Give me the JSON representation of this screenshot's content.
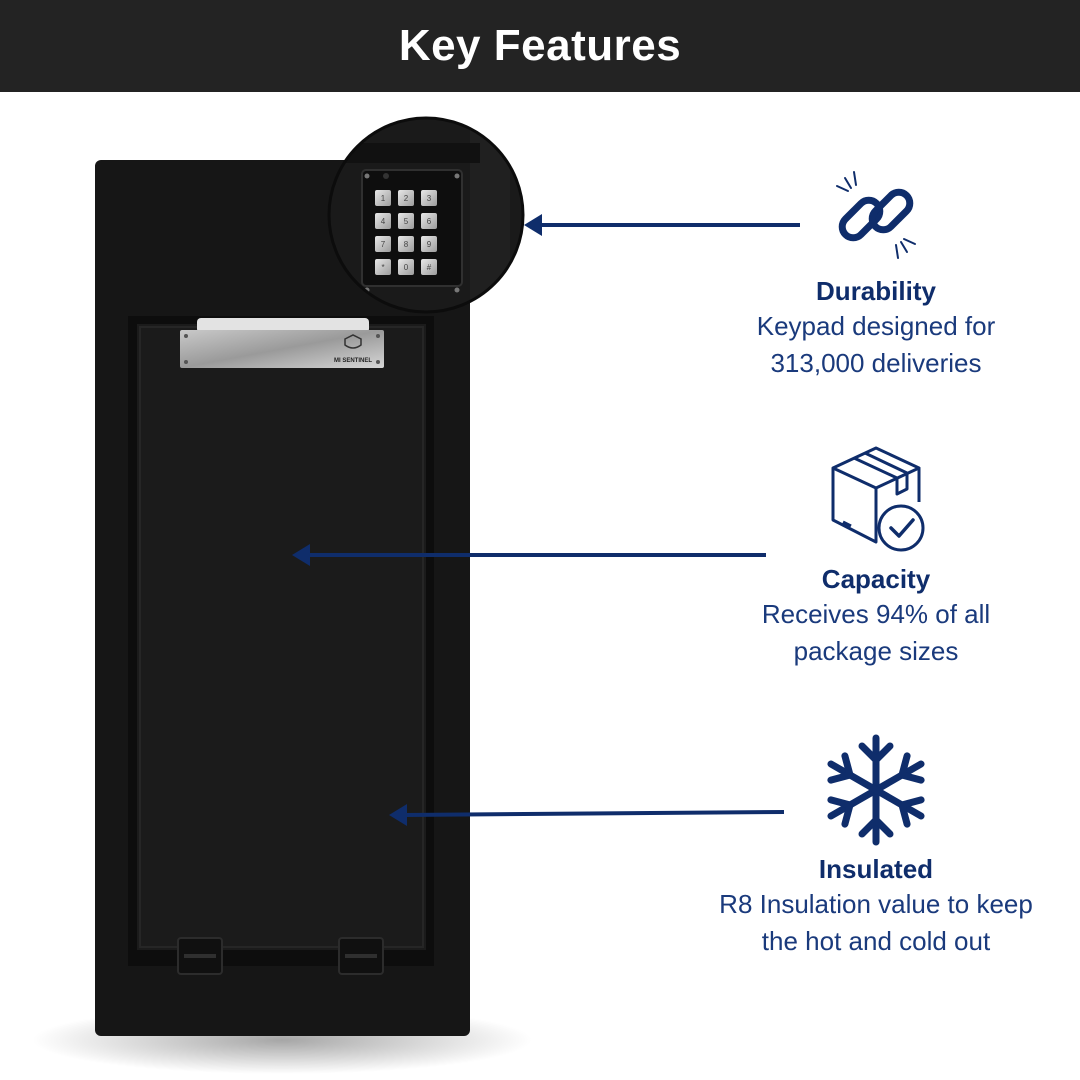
{
  "header": {
    "title": "Key Features"
  },
  "colors": {
    "header_bg": "#232323",
    "accent": "#0f2d6b",
    "unit": "#151515"
  },
  "product": {
    "brand_plate": "MI SENTINEL",
    "keypad_keys": [
      "1",
      "2",
      "3",
      "4",
      "5",
      "6",
      "7",
      "8",
      "9",
      "*",
      "0",
      "#"
    ]
  },
  "features": [
    {
      "icon": "chain-link-icon",
      "title": "Durability",
      "desc_line1": "Keypad designed for",
      "desc_line2": "313,000 deliveries"
    },
    {
      "icon": "package-check-icon",
      "title": "Capacity",
      "desc_line1": "Receives 94% of all",
      "desc_line2": "package sizes"
    },
    {
      "icon": "snowflake-icon",
      "title": "Insulated",
      "desc_line1": "R8 Insulation value to keep",
      "desc_line2": "the hot and cold out"
    }
  ]
}
